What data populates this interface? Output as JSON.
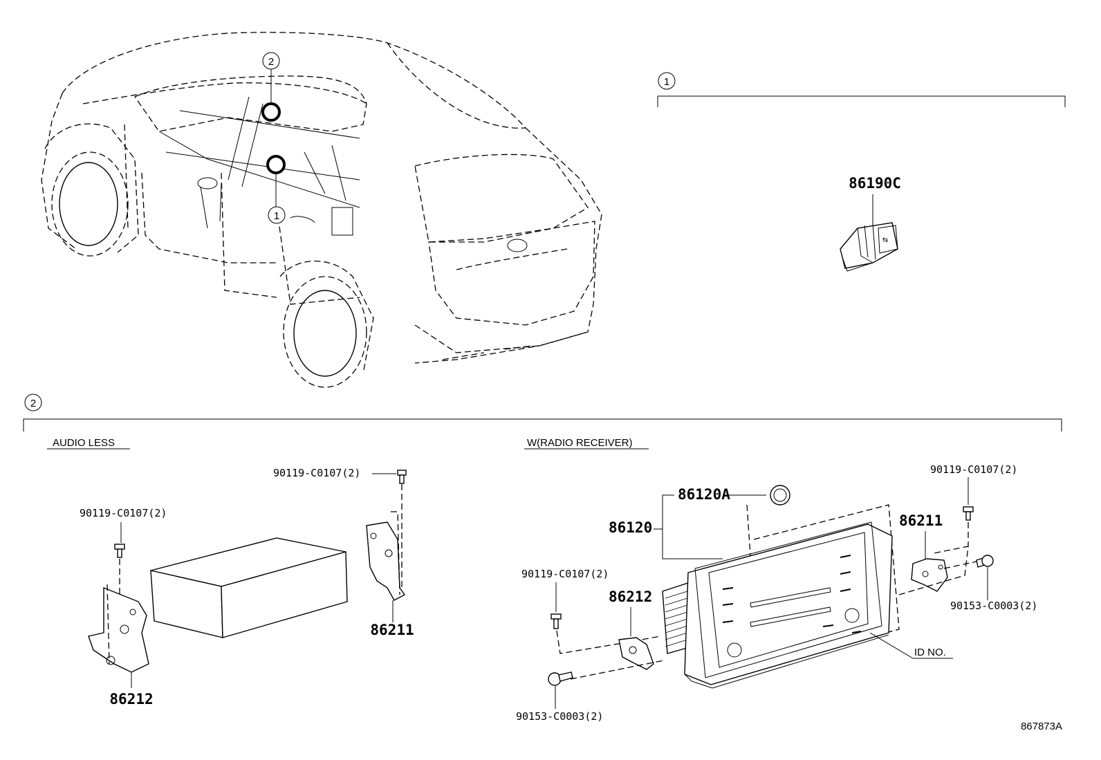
{
  "callouts": {
    "one": "1",
    "two": "2"
  },
  "sections": {
    "audio_less": "AUDIO LESS",
    "radio_receiver": "W(RADIO RECEIVER)"
  },
  "parts": {
    "usb_port": "86190C",
    "knob": "86120A",
    "receiver": "86120",
    "bracket_rh_left": "86211",
    "bracket_lh_left": "86212",
    "bracket_rh_right": "86211",
    "bracket_lh_right": "86212",
    "screw_left_a": "90119-C0107(2)",
    "screw_left_b": "90119-C0107(2)",
    "screw_right_a": "90119-C0107(2)",
    "screw_right_b": "90119-C0107(2)",
    "bolt_right_a": "90153-C0003(2)",
    "bolt_right_b": "90153-C0003(2)",
    "id_no": "ID NO."
  },
  "illustration_id": "867873A"
}
